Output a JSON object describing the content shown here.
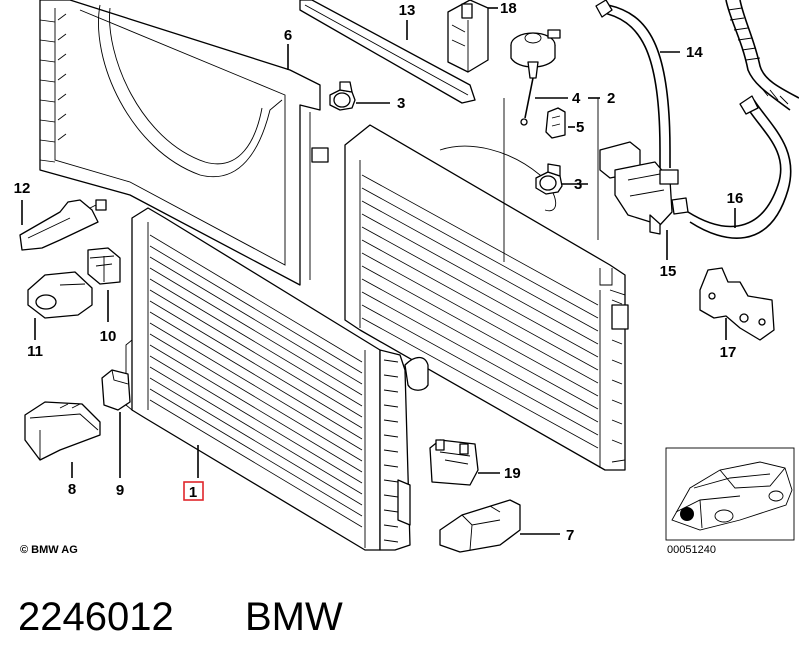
{
  "diagram": {
    "callouts": {
      "c1": "1",
      "c2": "2",
      "c3a": "3",
      "c3b": "3",
      "c4": "4",
      "c5": "5",
      "c6": "6",
      "c7": "7",
      "c8": "8",
      "c9": "9",
      "c10": "10",
      "c11": "11",
      "c12": "12",
      "c13": "13",
      "c14": "14",
      "c15": "15",
      "c16": "16",
      "c17": "17",
      "c18": "18",
      "c19": "19"
    },
    "copyright": "© BMW AG",
    "diagram_code": "00051240",
    "highlight_color": "#e0262b"
  },
  "footer": {
    "part_number": "2246012",
    "brand": "BMW"
  }
}
